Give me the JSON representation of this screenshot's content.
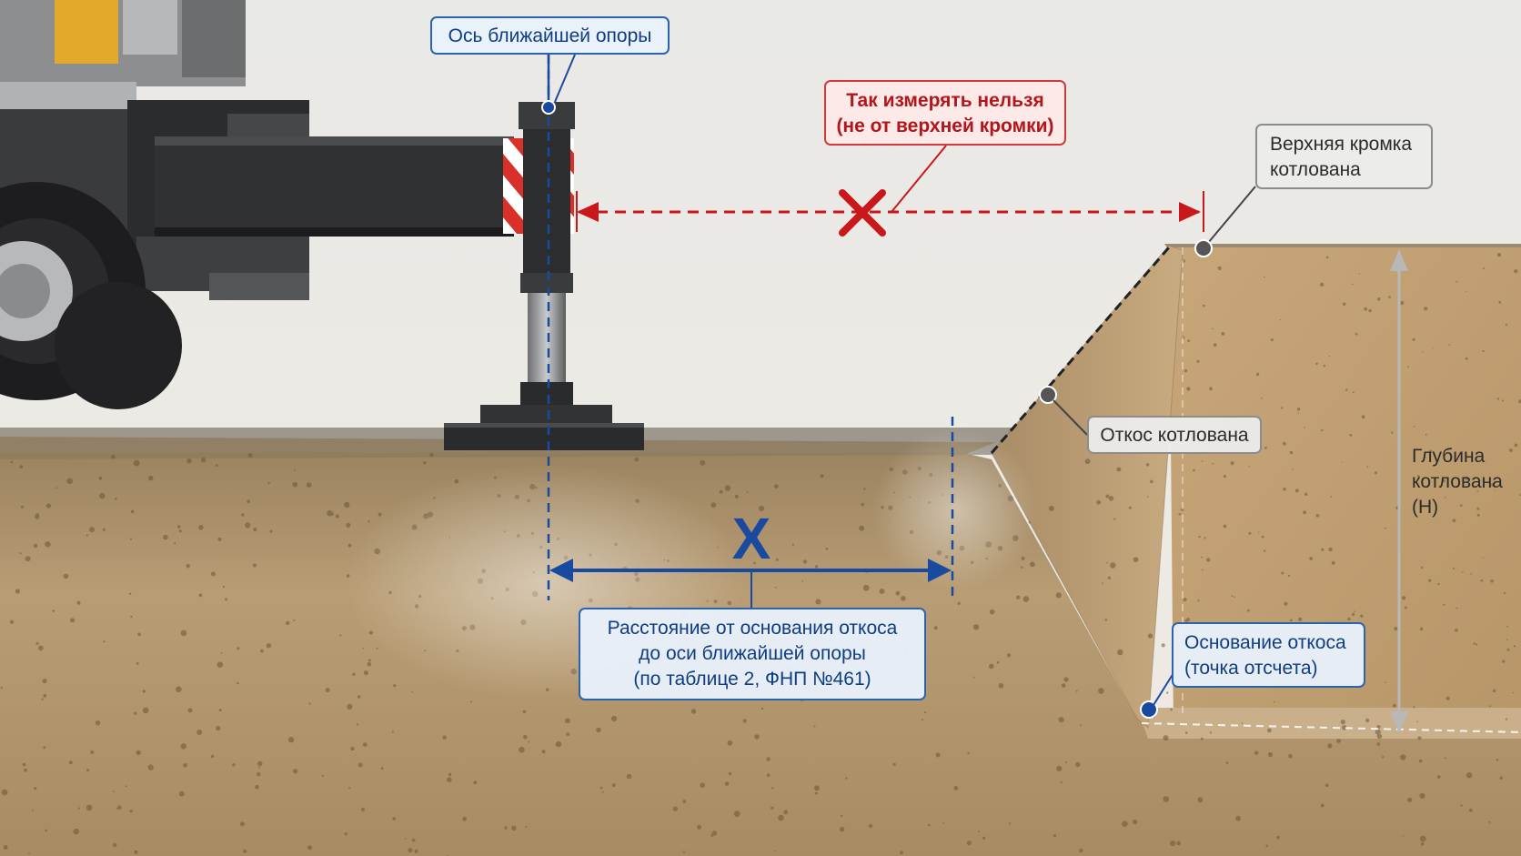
{
  "labels": {
    "support_axis": "Ось ближайшей опоры",
    "wrong_measure": {
      "line1": "Так измерять нельзя",
      "line2": "(не от верхней кромки)"
    },
    "top_edge": {
      "line1": "Верхняя кромка",
      "line2": "котлована"
    },
    "slope": "Откос котлована",
    "distance": {
      "line1": "Расстояние от основания откоса",
      "line2": "до оси ближайшей опоры",
      "line3": "(по таблице 2, ФНП №461)"
    },
    "slope_base": {
      "line1": "Основание откоса",
      "line2": "(точка отсчета)"
    },
    "depth": {
      "line1": "Глубина",
      "line2": "котлована",
      "line3": "(H)"
    },
    "x_symbol": "X"
  },
  "colors": {
    "blue_accent": "#1a4aa0",
    "red_accent": "#c8181c",
    "soil": "#b79a6e",
    "sky": "#e9e7e2",
    "crane_body": "#2f2f31"
  },
  "icons": {
    "wrong_mark": "red-cross-icon",
    "arrows": "double-arrow-icon"
  }
}
